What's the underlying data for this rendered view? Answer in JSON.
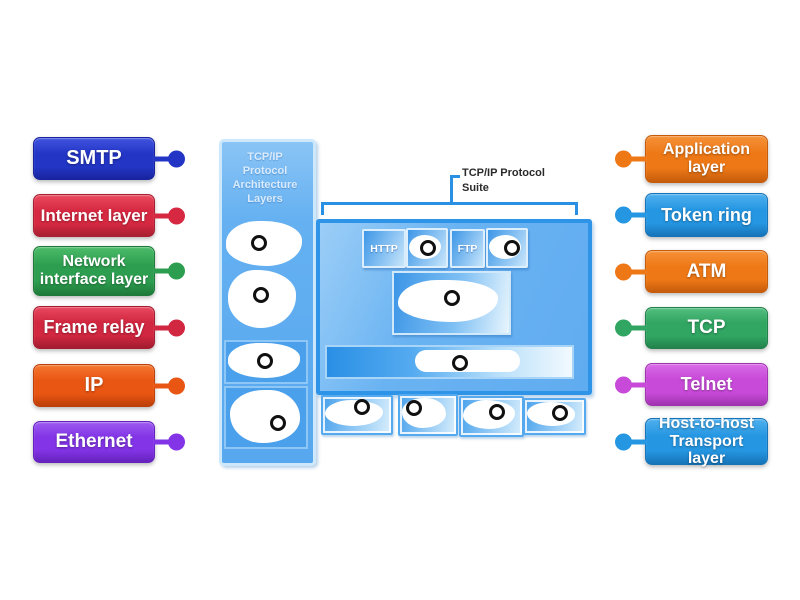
{
  "left_labels": [
    {
      "label": "SMTP",
      "base": "#2335c5",
      "light": "#4054e0",
      "dark": "#18249e"
    },
    {
      "label": "Internet layer",
      "base": "#d62941",
      "light": "#ea4a5e",
      "dark": "#a81f32"
    },
    {
      "label": "Network interface layer",
      "base": "#2d9e4f",
      "light": "#4cbc6a",
      "dark": "#1f7a3a"
    },
    {
      "label": "Frame relay",
      "base": "#d12740",
      "light": "#e84860",
      "dark": "#a31c30"
    },
    {
      "label": "IP",
      "base": "#e95513",
      "light": "#f4772e",
      "dark": "#bc3f0a"
    },
    {
      "label": "Ethernet",
      "base": "#8234e6",
      "light": "#9d5bf0",
      "dark": "#6523bd"
    }
  ],
  "right_labels": [
    {
      "label": "Application layer",
      "base": "#ee7816",
      "light": "#f69138",
      "dark": "#c55c0c"
    },
    {
      "label": "Token ring",
      "base": "#2596e2",
      "light": "#4fb0ee",
      "dark": "#1774b8"
    },
    {
      "label": "ATM",
      "base": "#ee7816",
      "light": "#f69138",
      "dark": "#c55c0c"
    },
    {
      "label": "TCP",
      "base": "#31a562",
      "light": "#52bd7e",
      "dark": "#23814b"
    },
    {
      "label": "Telnet",
      "base": "#c84ad8",
      "light": "#d86ae6",
      "dark": "#a034b0"
    },
    {
      "label": "Host-to-host Transport layer",
      "base": "#2596e2",
      "light": "#4fb0ee",
      "dark": "#1774b8"
    }
  ],
  "diagram": {
    "column_title": "TCP/IP Protocol Architecture Layers",
    "suite_title": "TCP/IP Protocol Suite",
    "http_label": "HTTP",
    "ftp_label": "FTP",
    "blue_accent": "#2e94e8"
  }
}
